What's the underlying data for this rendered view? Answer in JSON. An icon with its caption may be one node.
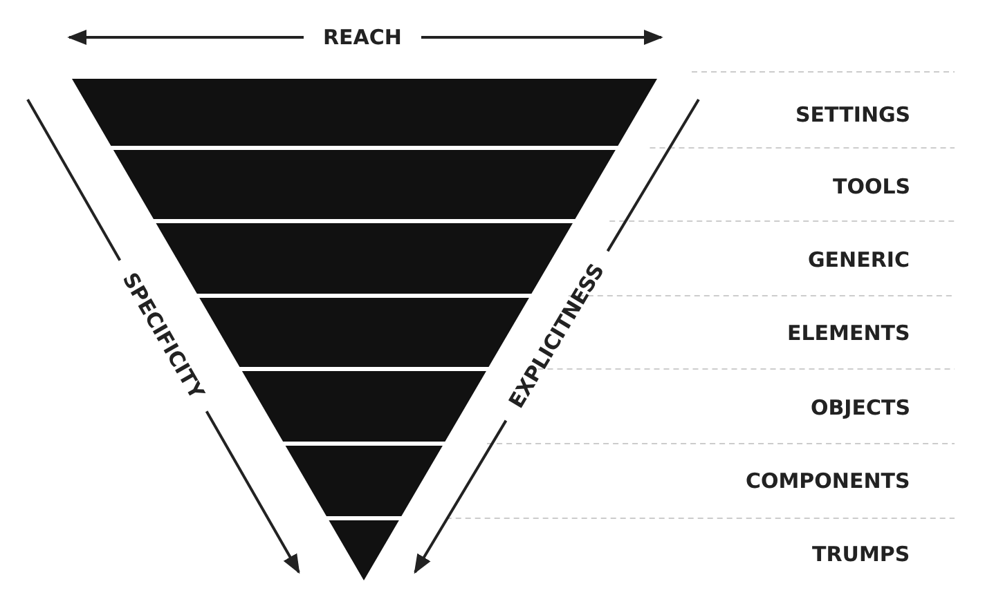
{
  "diagram": {
    "labels": [
      "REACH",
      "SPECIFICITY",
      "EXPLICITNESS",
      "SETTINGS",
      "TOOLS",
      "GENERIC",
      "ELEMENTS",
      "OBJECTS",
      "COMPONENTS",
      "TRUMPS"
    ]
  }
}
